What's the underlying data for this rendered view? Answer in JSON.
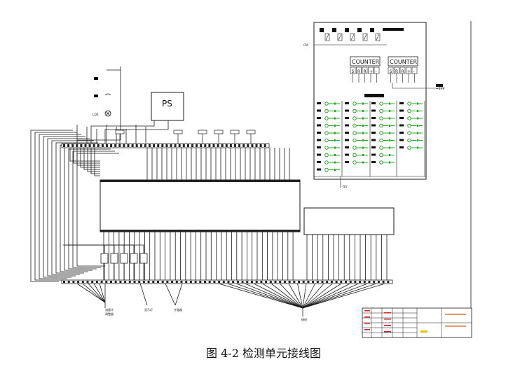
{
  "figure": {
    "caption": "图 4-2 检测单元接线图"
  },
  "labels": {
    "ps": "PS",
    "counter_left": "COUNTER",
    "counter_right": "COUNTER",
    "counter_terms": [
      "S",
      "R",
      "R",
      "+",
      "-"
    ],
    "plus24v": "+24V",
    "cm": "CM",
    "minus_v": "-5V",
    "ld1": "LD1",
    "flow_meter": "流量计",
    "bottom_label_1": "调整器",
    "bottom_label_2": "显示灯",
    "bottom_label_3": "计量器",
    "bottom_label_4": "接线"
  },
  "colors": {
    "wire": "#1a1a1a",
    "green": "#22aa22",
    "red": "#cc2222",
    "yellow": "#e0c400"
  }
}
